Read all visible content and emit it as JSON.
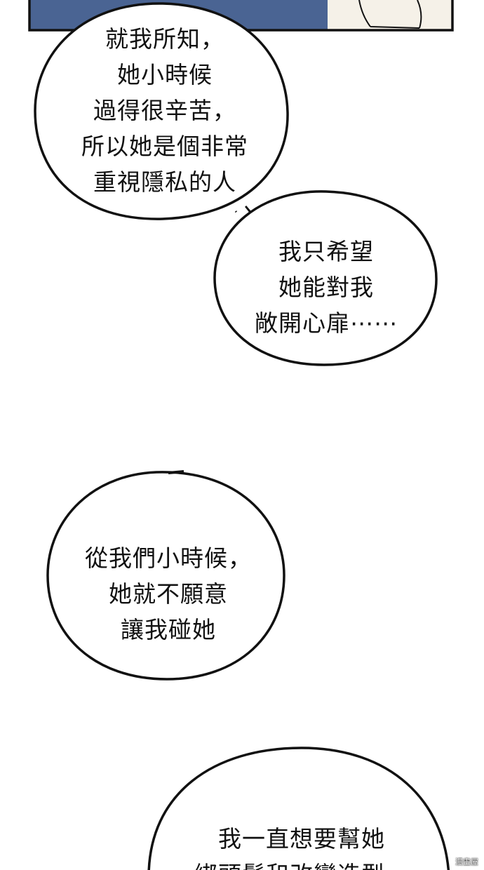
{
  "bubbles": [
    {
      "lines": [
        "就我所知，",
        "她小時候",
        "過得很辛苦，",
        "所以她是個非常",
        "重視隱私的人"
      ]
    },
    {
      "lines": [
        "我只希望",
        "她能對我",
        "敞開心扉⋯⋯"
      ]
    },
    {
      "lines": [
        "從我們小時候，",
        "她就不願意",
        "讓我碰她"
      ]
    },
    {
      "lines": [
        "我一直想要幫她",
        "綁頭髮和改變造型，"
      ]
    }
  ],
  "watermark": "漫畫屋",
  "colors": {
    "panel_blue": "#4a6493",
    "panel_cream": "#f5f1e8",
    "ink": "#111111",
    "page": "#ffffff"
  }
}
